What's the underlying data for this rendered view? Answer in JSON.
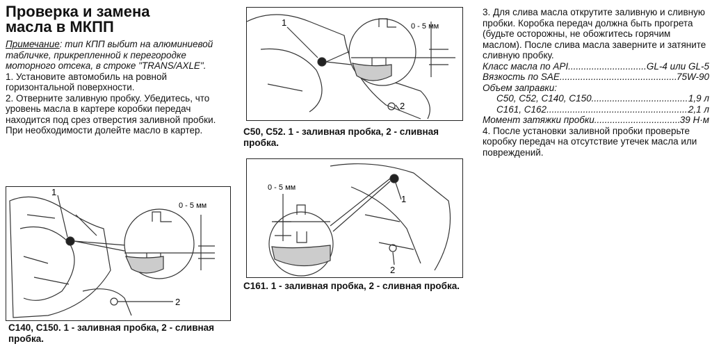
{
  "title_line1": "Проверка и замена",
  "title_line2": "масла в МКПП",
  "note": {
    "label": "Примечание",
    "text": ": тип КПП выбит на алюминиевой табличке, прикрепленной к перегородке моторного отсека, в строке \"TRANS/AXLE\"."
  },
  "steps": {
    "s1": "1. Установите автомобиль на ровной горизонтальной поверхности.",
    "s2": "2. Отверните заливную пробку. Убедитесь, что уровень масла в картере коробки передач находится под срез отверстия заливной пробки. При необходимости долейте масло в картер.",
    "s3": "3. Для слива масла открутите заливную и сливную пробки. Коробка передач должна быть прогрета (будьте осторожны, не обожгитесь горячим маслом). После слива масла заверните и затяните сливную пробку.",
    "s4": "4. После установки заливной пробки проверьте коробку передач на отсутствие утечек масла или повреждений."
  },
  "figures": {
    "fig1": {
      "caption": "С140, С150. 1 - заливная пробка, 2 - сливная пробка.",
      "level": "0 - 5 мм",
      "label1": "1",
      "label2": "2"
    },
    "fig2": {
      "caption": "С50, С52. 1 - заливная пробка, 2 - сливная пробка.",
      "level": "0 - 5 мм",
      "label1": "1",
      "label2": "2"
    },
    "fig3": {
      "caption": "С161. 1 - заливная пробка, 2 - сливная пробка.",
      "level": "0 - 5 мм",
      "label1": "1",
      "label2": "2"
    }
  },
  "specs": {
    "api": {
      "label": "Класс масла по API",
      "value": "GL-4 или GL-5"
    },
    "sae": {
      "label": "Вязкость по SAE",
      "value": "75W-90"
    },
    "volume_title": "Объем заправки:",
    "vol1": {
      "label": "С50, С52, С140, С150",
      "value": "1,9 л"
    },
    "vol2": {
      "label": "С161, С162",
      "value": "2,1 л"
    },
    "torque": {
      "label": "Момент затяжки пробки",
      "value": "39 Н·м"
    }
  }
}
